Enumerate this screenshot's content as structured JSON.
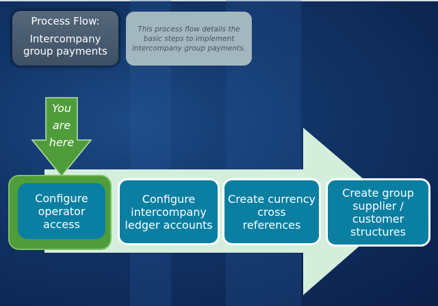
{
  "header": {
    "title_line1": "Process Flow:",
    "title_line2": "Intercompany group payments",
    "description": "This process flow details the basic steps to implement intercompany group payments."
  },
  "indicator": {
    "label": "You are here",
    "color": "#4f9d3a"
  },
  "steps": [
    {
      "label": "Configure operator access",
      "current": true
    },
    {
      "label": "Configure intercompany ledger accounts",
      "current": false
    },
    {
      "label": "Create currency cross references",
      "current": false
    },
    {
      "label": "Create group supplier / customer structures",
      "current": false
    }
  ],
  "colors": {
    "step_fill": "#0a7fa2",
    "flow_arrow": "#d5eedc",
    "background": "#123568"
  }
}
